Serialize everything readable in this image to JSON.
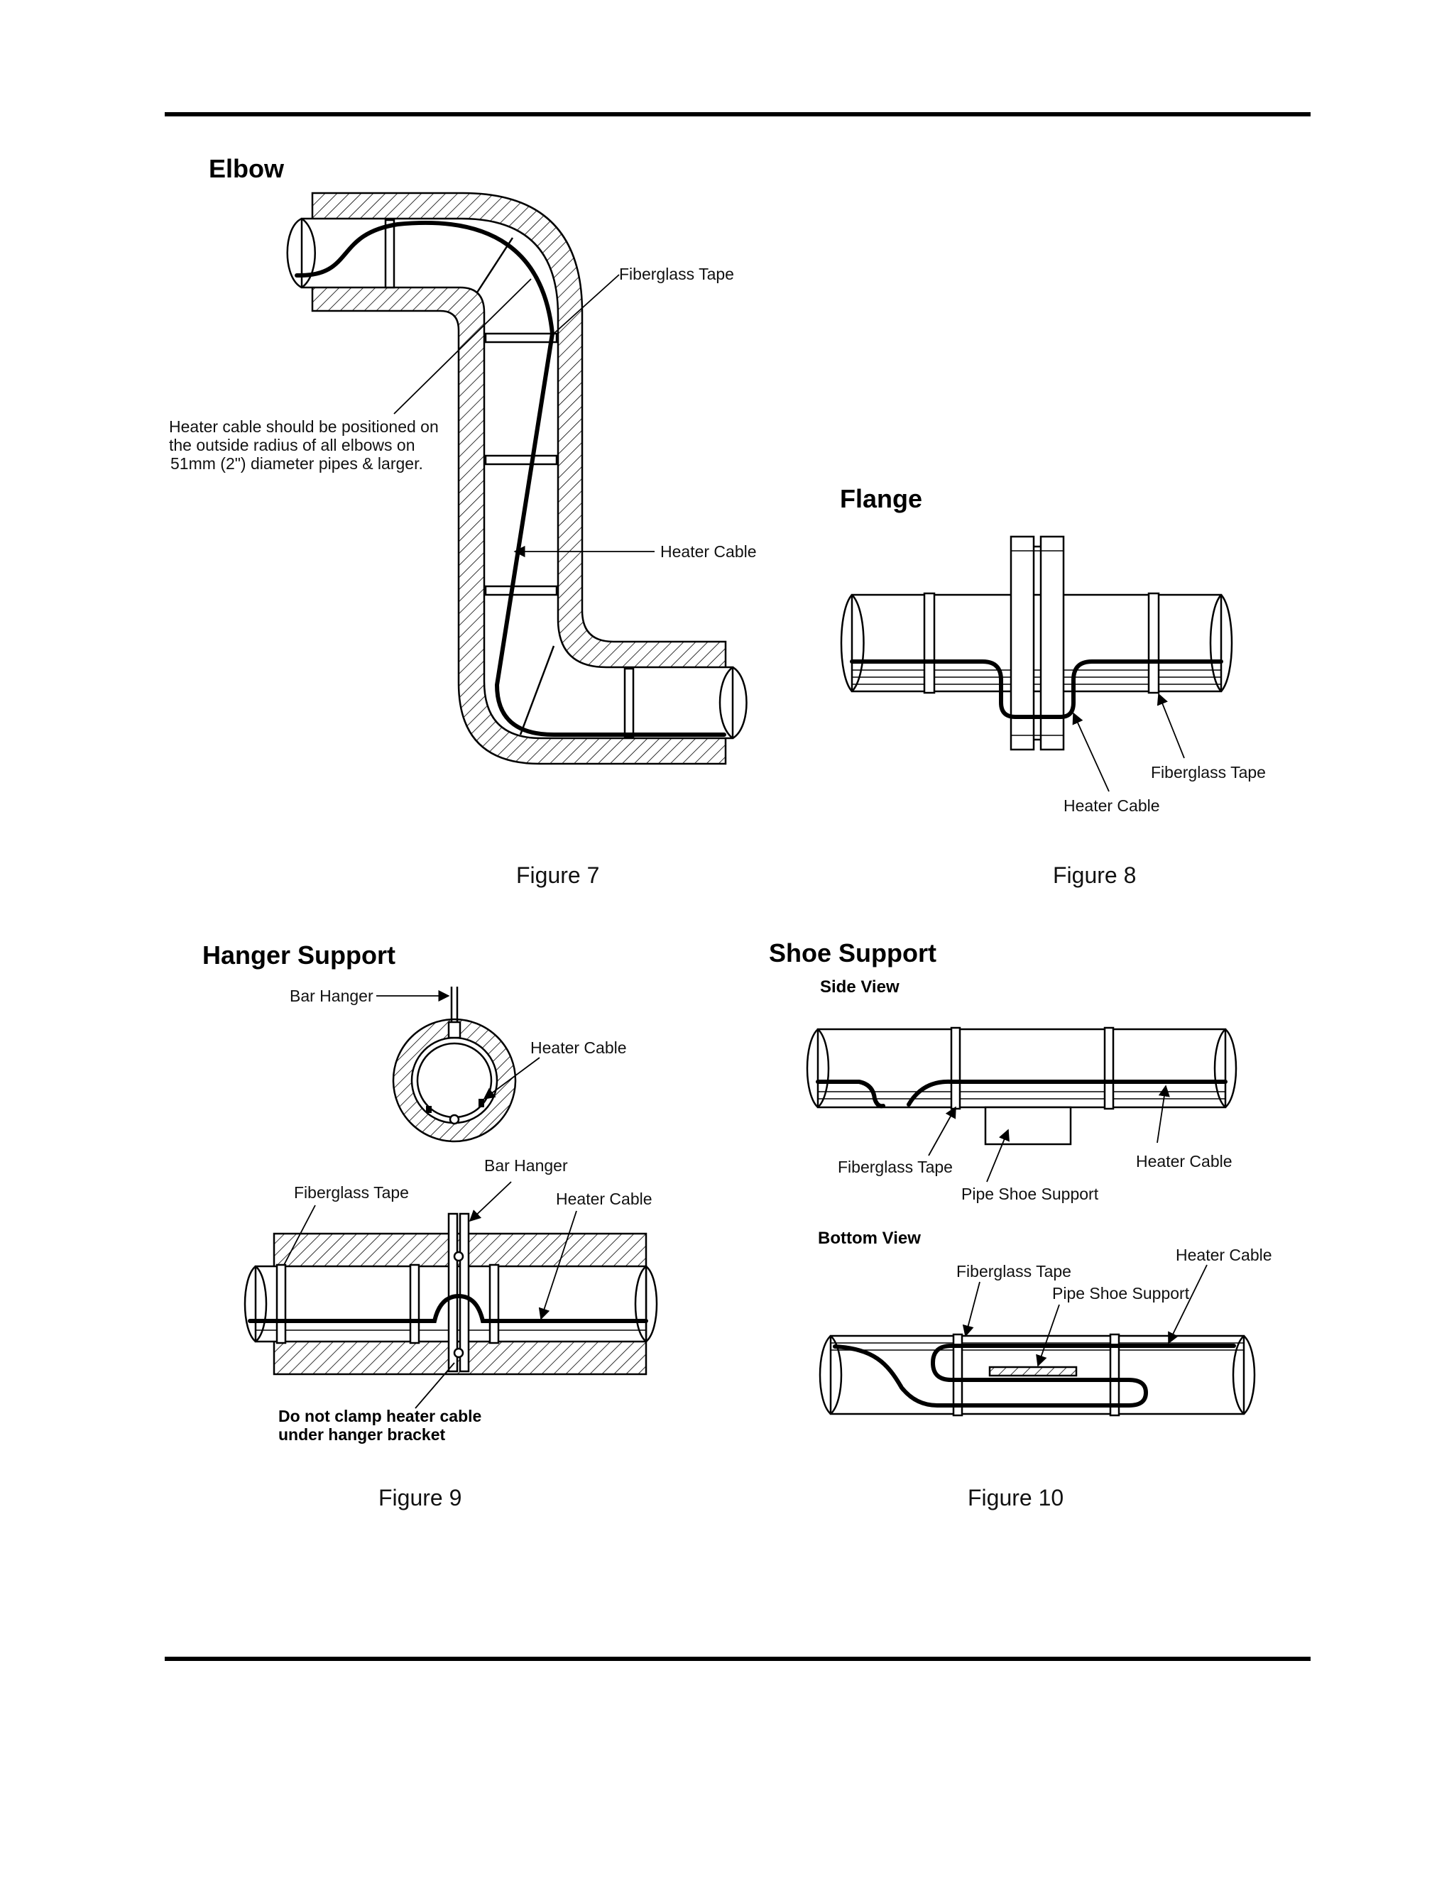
{
  "figures": {
    "fig7": {
      "title": "Elbow",
      "caption": "Figure 7",
      "labels": {
        "fiberglass_tape": "Fiberglass Tape",
        "heater_cable": "Heater Cable",
        "note_line1": "Heater cable should be positioned on",
        "note_line2": "the outside radius of all elbows on",
        "note_line3": "51mm (2\") diameter pipes & larger."
      }
    },
    "fig8": {
      "title": "Flange",
      "caption": "Figure 8",
      "labels": {
        "fiberglass_tape": "Fiberglass Tape",
        "heater_cable": "Heater Cable"
      }
    },
    "fig9": {
      "title": "Hanger Support",
      "caption": "Figure 9",
      "labels": {
        "bar_hanger_top": "Bar Hanger",
        "heater_cable_top": "Heater Cable",
        "bar_hanger": "Bar Hanger",
        "fiberglass_tape": "Fiberglass Tape",
        "heater_cable": "Heater Cable",
        "warning_line1": "Do not clamp heater cable",
        "warning_line2": "under hanger bracket"
      }
    },
    "fig10": {
      "title": "Shoe Support",
      "caption": "Figure 10",
      "side_view": {
        "title": "Side View",
        "fiberglass_tape": "Fiberglass Tape",
        "heater_cable": "Heater Cable",
        "pipe_shoe_support": "Pipe Shoe Support"
      },
      "bottom_view": {
        "title": "Bottom View",
        "fiberglass_tape": "Fiberglass Tape",
        "heater_cable": "Heater Cable",
        "pipe_shoe_support": "Pipe Shoe Support"
      }
    }
  }
}
